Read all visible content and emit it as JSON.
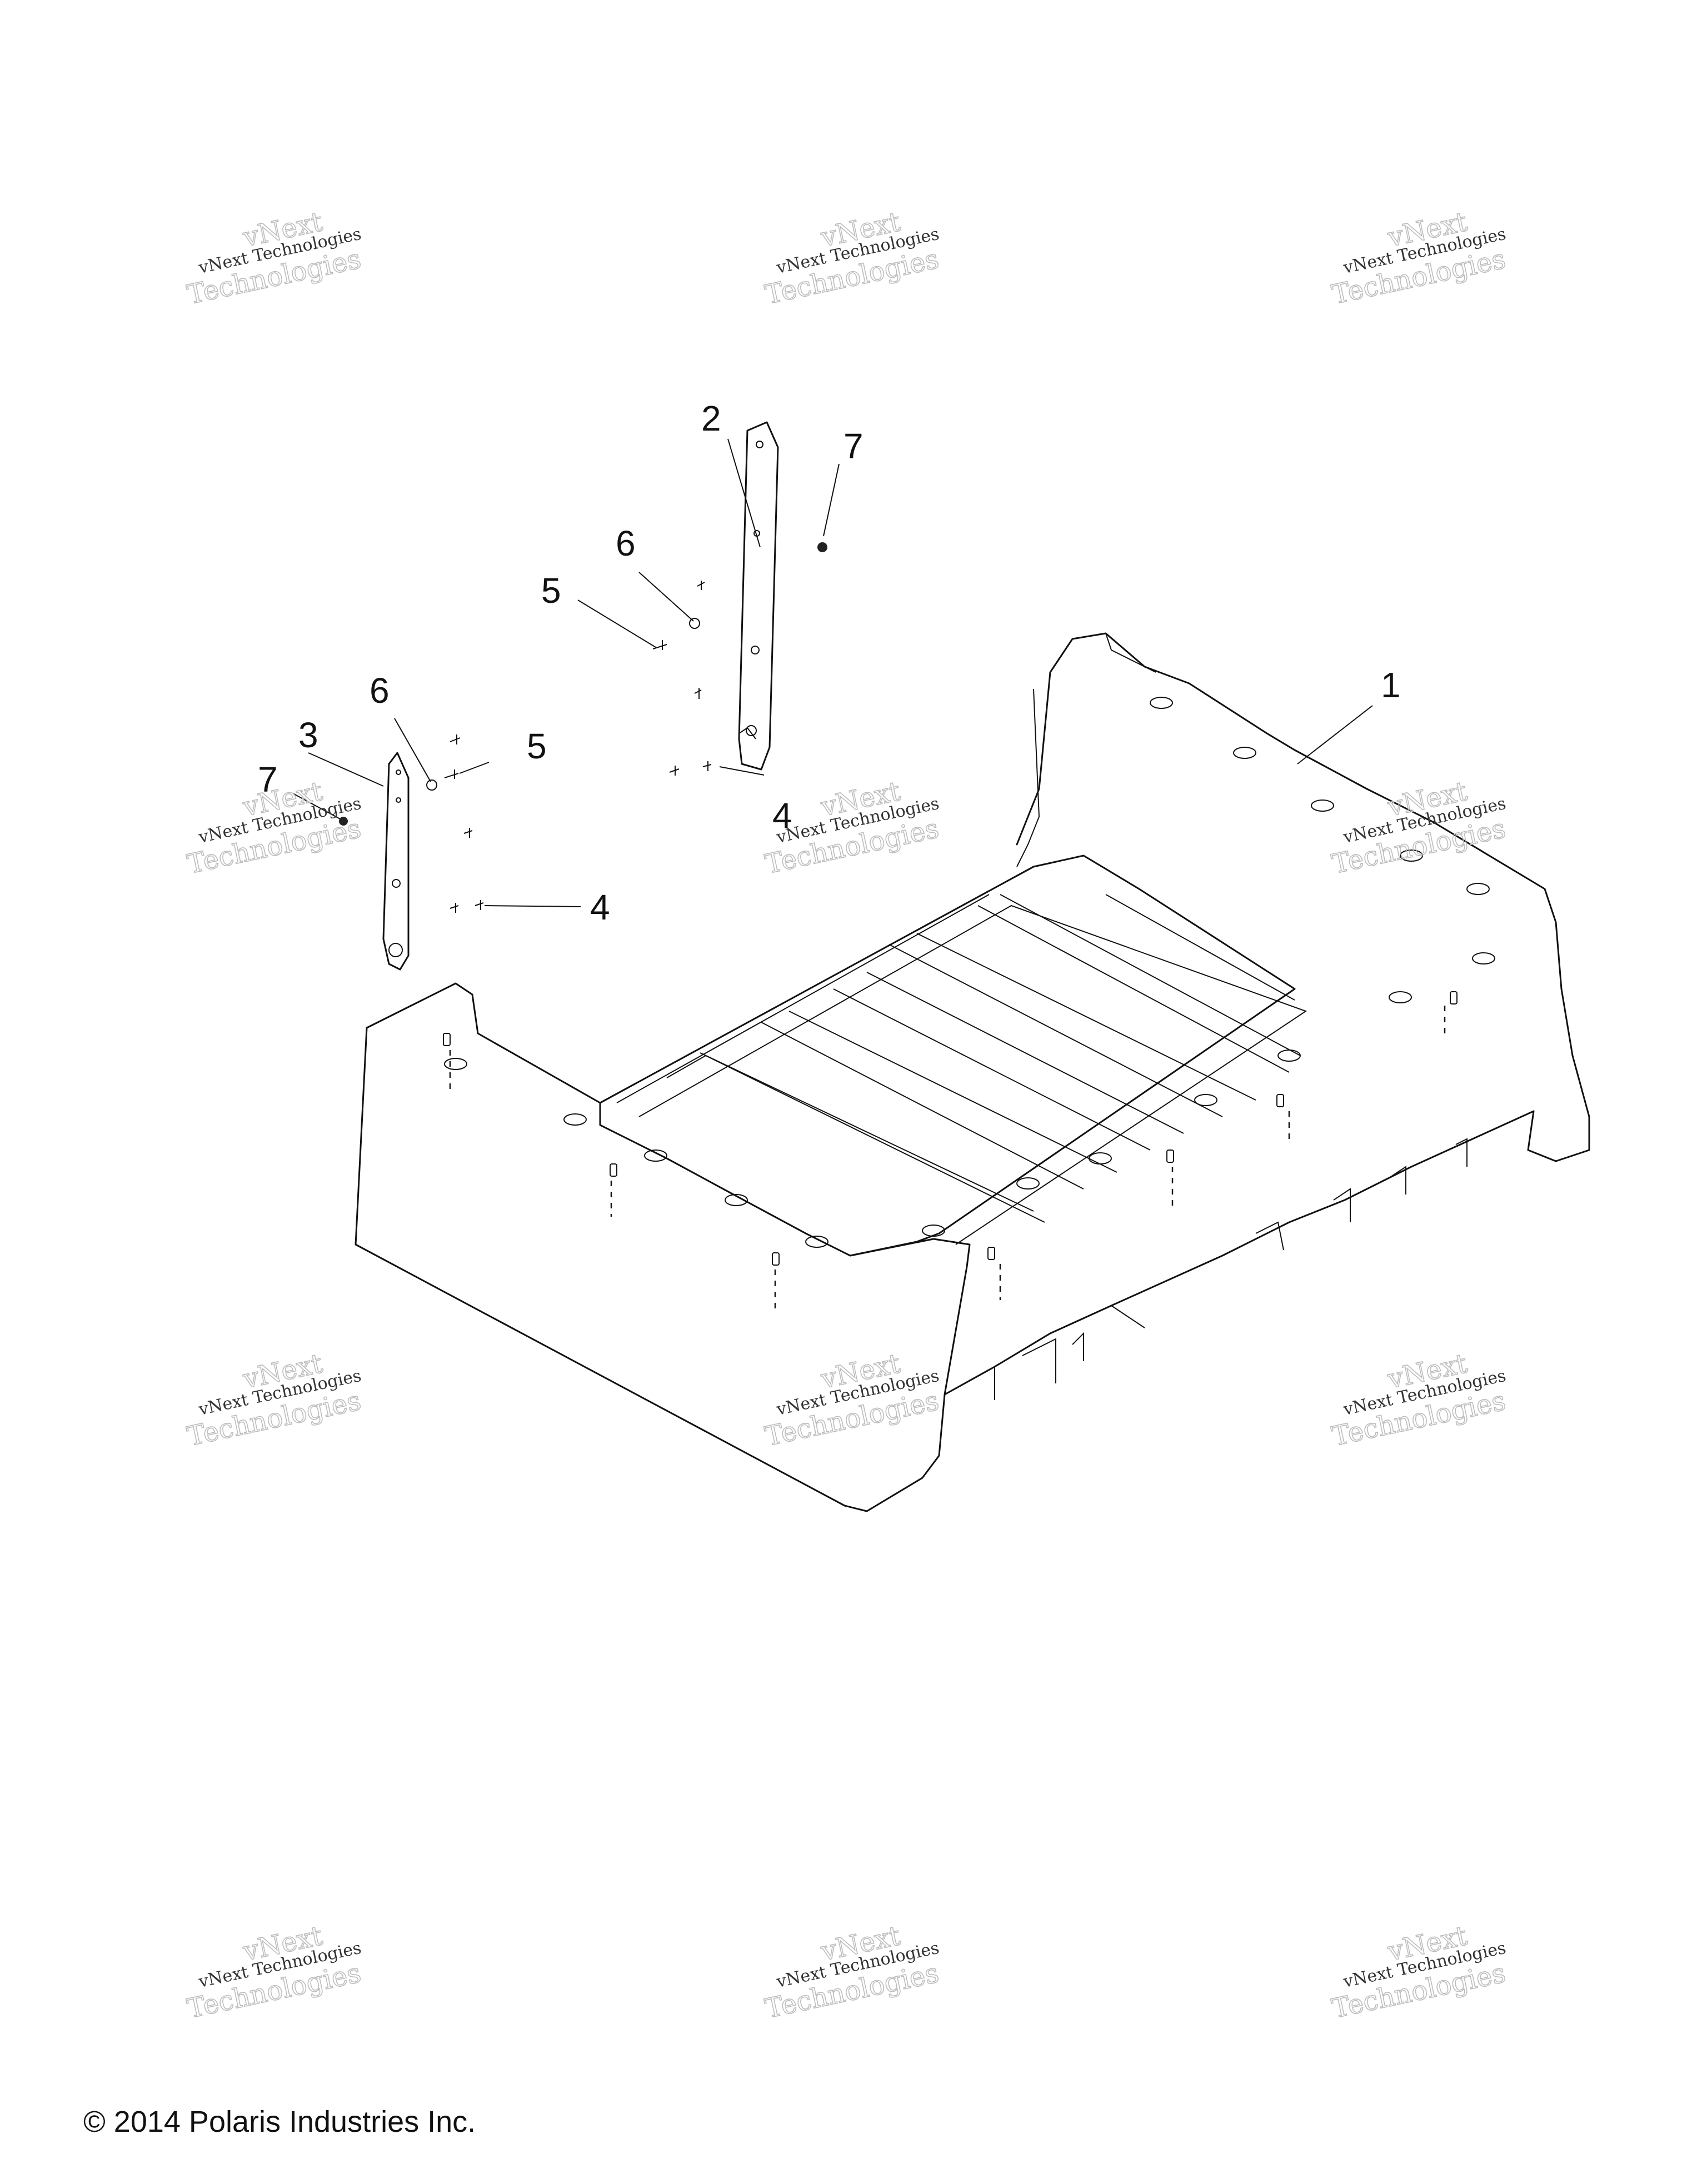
{
  "callouts": [
    "1",
    "2",
    "3",
    "4",
    "4",
    "5",
    "5",
    "6",
    "6",
    "7",
    "7"
  ],
  "watermark": {
    "line1": "vNext Technologies",
    "line2": "Technologies",
    "line3": "vNext"
  },
  "copyright": "© 2014 Polaris Industries Inc."
}
